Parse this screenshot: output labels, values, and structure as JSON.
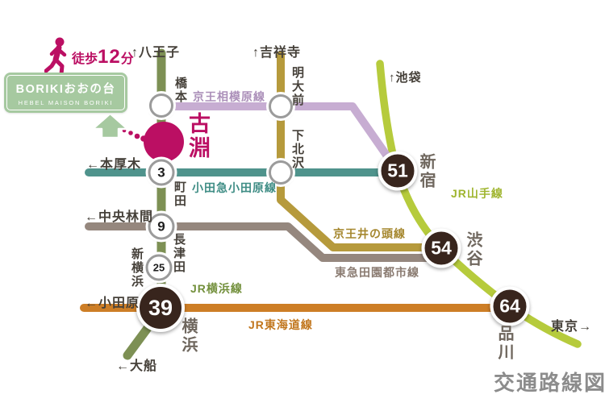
{
  "map_title": "交通路線図",
  "property": {
    "badge_title": "BORIKIおおの台",
    "badge_subtitle": "HEBEL MAISON BORIKI",
    "walk_prefix": "徒歩",
    "walk_minutes": "12",
    "walk_suffix": "分",
    "nearest_station": "古淵"
  },
  "destinations": {
    "hachioji": "↑八王子",
    "kichijoji": "↑吉祥寺",
    "ikebukuro": "↑池袋",
    "honatsugi": "←本厚木",
    "chuorinkan": "←中央林間",
    "odawara": "←小田原",
    "ofuna": "←大船",
    "tokyo": "東京→"
  },
  "line_labels": {
    "keio_sagamihara": "京王相模原線",
    "odakyu_odawara": "小田急小田原線",
    "keio_inokashira": "京王井の頭線",
    "tokyu_denentoshi": "東急田園都市線",
    "jr_yamanote": "JR山手線",
    "jr_yokohama": "JR横浜線",
    "jr_tokaido": "JR東海道線"
  },
  "stations": {
    "hashimoto": {
      "name": "橋本"
    },
    "meidaimae": {
      "name": "明大前"
    },
    "shimokitazawa": {
      "name": "下北沢"
    },
    "machida": {
      "name": "町田",
      "minutes": "3"
    },
    "nagatsuta": {
      "name": "長津田",
      "minutes": "9"
    },
    "shinyokohama": {
      "name": "新横浜",
      "minutes": "25"
    },
    "yokohama": {
      "name": "横浜",
      "minutes": "39"
    },
    "shinjuku": {
      "name": "新宿",
      "minutes": "51"
    },
    "shibuya": {
      "name": "渋谷",
      "minutes": "54"
    },
    "shinagawa": {
      "name": "品川",
      "minutes": "64"
    }
  },
  "colors": {
    "magenta": "#bb0f63",
    "badge_green": "#a6c9a0",
    "jr_yokohama_line": "#7d9054",
    "odakyu_line": "#4f938c",
    "keio_sagamihara_line": "#c7add2",
    "keio_inokashira_line": "#b69a3c",
    "tokyu_line": "#95877e",
    "jr_tokaido_line": "#cd7e26",
    "jr_yamanote_line": "#b6cb3c",
    "dark_circle": "#38251d",
    "station_ring": "#9b9b9b",
    "label_dark": "#46413a",
    "label_gray": "#6f675e",
    "keio_sagamihara_text": "#ab8fb9",
    "odakyu_text": "#3f8d85",
    "inokashira_text": "#a5872e",
    "tokyu_text": "#8a7b71",
    "yamanote_text": "#9fb52f",
    "yokohama_text": "#73903c",
    "tokaido_text": "#c1761d"
  }
}
